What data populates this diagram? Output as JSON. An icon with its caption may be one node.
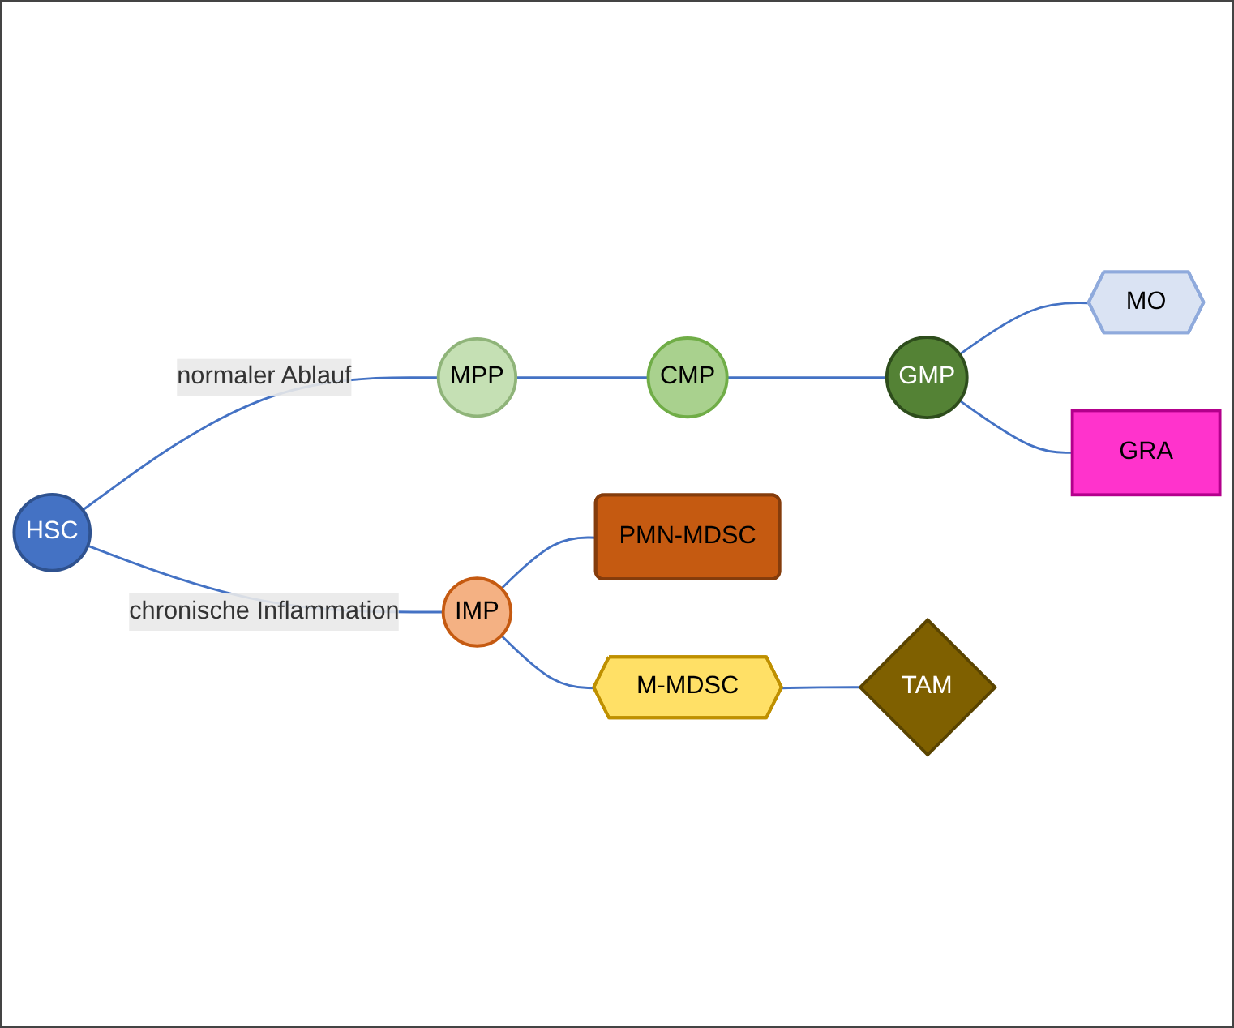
{
  "diagram": {
    "nodes": [
      {
        "text": [
          "HSC"
        ]
      },
      {
        "text": [
          "MPP"
        ]
      },
      {
        "text": [
          "CMP"
        ]
      },
      {
        "text": [
          "GMP"
        ]
      },
      {
        "text": [
          "MO"
        ]
      },
      {
        "text": [
          "GRA"
        ]
      },
      {
        "text": [
          "IMP"
        ]
      },
      {
        "text": [
          "PMN-MDSC"
        ]
      },
      {
        "text": [
          "M-MDSC"
        ]
      },
      {
        "text": [
          "TAM"
        ]
      }
    ],
    "edges": [
      {
        "from": 0,
        "to": 1,
        "arrow": "none",
        "label": "normaler Ablauf"
      },
      {
        "from": 1,
        "to": 2,
        "arrow": "none"
      },
      {
        "from": 2,
        "to": 3,
        "arrow": "none"
      },
      {
        "from": 3,
        "to": 4,
        "arrow": "none"
      },
      {
        "from": 3,
        "to": 5,
        "arrow": "none"
      },
      {
        "from": 0,
        "to": 6,
        "arrow": "none",
        "label": "chronische Inflammation"
      },
      {
        "from": 6,
        "to": 7,
        "arrow": "none"
      },
      {
        "from": 6,
        "to": 8,
        "arrow": "none"
      },
      {
        "from": 8,
        "to": 9,
        "arrow": "none"
      }
    ]
  }
}
